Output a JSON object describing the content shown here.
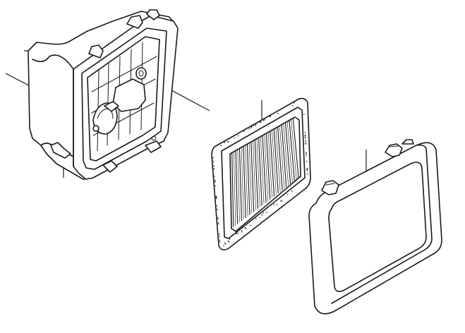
{
  "figure": {
    "parts": [
      {
        "part": "air-cleaner-base"
      },
      {
        "part": "pleated-filter-element"
      },
      {
        "part": "air-cleaner-cover"
      }
    ],
    "watermark_text": "",
    "line_color": "#1a1a1a",
    "background_color": "#ffffff"
  }
}
